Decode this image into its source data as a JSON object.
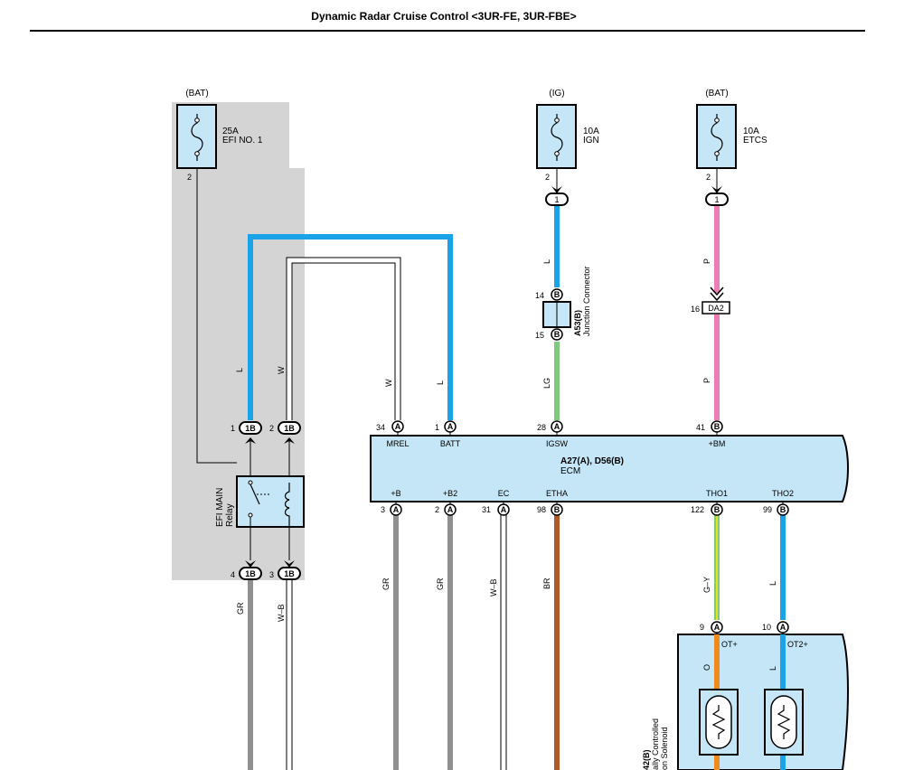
{
  "title": "Dynamic Radar Cruise Control <3UR-FE, 3UR-FBE>",
  "colors": {
    "blue": "#1aa3e8",
    "pink": "#ee7db5",
    "green": "#7fc97f",
    "gray": "#909090",
    "brown": "#b05a2a",
    "orange": "#f08a1c",
    "yellow": "#e8e020",
    "component_fill": "#c5e6f6",
    "shade": "#d4d4d4"
  },
  "fuses": [
    {
      "supply": "(BAT)",
      "rating": "25A",
      "name": "EFI NO. 1",
      "pin": "2"
    },
    {
      "supply": "(IG)",
      "rating": "10A",
      "name": "IGN",
      "pin": "2"
    },
    {
      "supply": "(BAT)",
      "rating": "10A",
      "name": "ETCS",
      "pin": "2"
    }
  ],
  "wire_labels": {
    "efi_l": "L",
    "efi_w": "W",
    "mrel_w": "W",
    "batt_l": "L",
    "ign_l": "L",
    "ign_lg": "LG",
    "etcs_p1": "P",
    "etcs_p2": "P",
    "relay_gr": "GR",
    "relay_wb": "W–B",
    "b_gr": "GR",
    "b2_gr": "GR",
    "ec_wb": "W–B",
    "etha_br": "BR",
    "tho1_gy": "G–Y",
    "tho2_l": "L",
    "ot1_o": "O",
    "ot2_l": "L"
  },
  "inline_connectors": {
    "ign": "1",
    "etcs": "1",
    "relay_top_left": "1B",
    "relay_top_right": "1B",
    "relay_bottom_left": "1B",
    "relay_bottom_right": "1B"
  },
  "pins": {
    "relay_top_left": "1",
    "relay_top_right": "2",
    "relay_bottom_left": "4",
    "relay_bottom_right": "3",
    "jc_top": "14",
    "jc_bottom": "15",
    "da2": "16"
  },
  "junction_connector": {
    "id": "A53(B)",
    "name": "Junction Connector",
    "pin_letter": "B"
  },
  "da2": {
    "label": "DA2"
  },
  "relay": {
    "name_line1": "EFI MAIN",
    "name_line2": "Relay"
  },
  "ecm": {
    "id": "A27(A), D56(B)",
    "name": "ECM",
    "top_terminals": [
      {
        "label": "MREL",
        "pin": "34",
        "conn": "A"
      },
      {
        "label": "BATT",
        "pin": "1",
        "conn": "A"
      },
      {
        "label": "IGSW",
        "pin": "28",
        "conn": "A"
      },
      {
        "label": "+BM",
        "pin": "41",
        "conn": "B"
      }
    ],
    "bottom_terminals": [
      {
        "label": "+B",
        "pin": "3",
        "conn": "A"
      },
      {
        "label": "+B2",
        "pin": "2",
        "conn": "A"
      },
      {
        "label": "EC",
        "pin": "31",
        "conn": "A"
      },
      {
        "label": "ETHA",
        "pin": "98",
        "conn": "B"
      },
      {
        "label": "THO1",
        "pin": "122",
        "conn": "B"
      },
      {
        "label": "THO2",
        "pin": "99",
        "conn": "B"
      }
    ]
  },
  "solenoid": {
    "pins": [
      {
        "pin": "9",
        "conn": "A",
        "label": "OT+"
      },
      {
        "pin": "10",
        "conn": "A",
        "label": "OT2+"
      }
    ],
    "partial_line1": "42(B)",
    "partial_line2": "ally Controlled",
    "partial_line3": "on Solenoid"
  }
}
